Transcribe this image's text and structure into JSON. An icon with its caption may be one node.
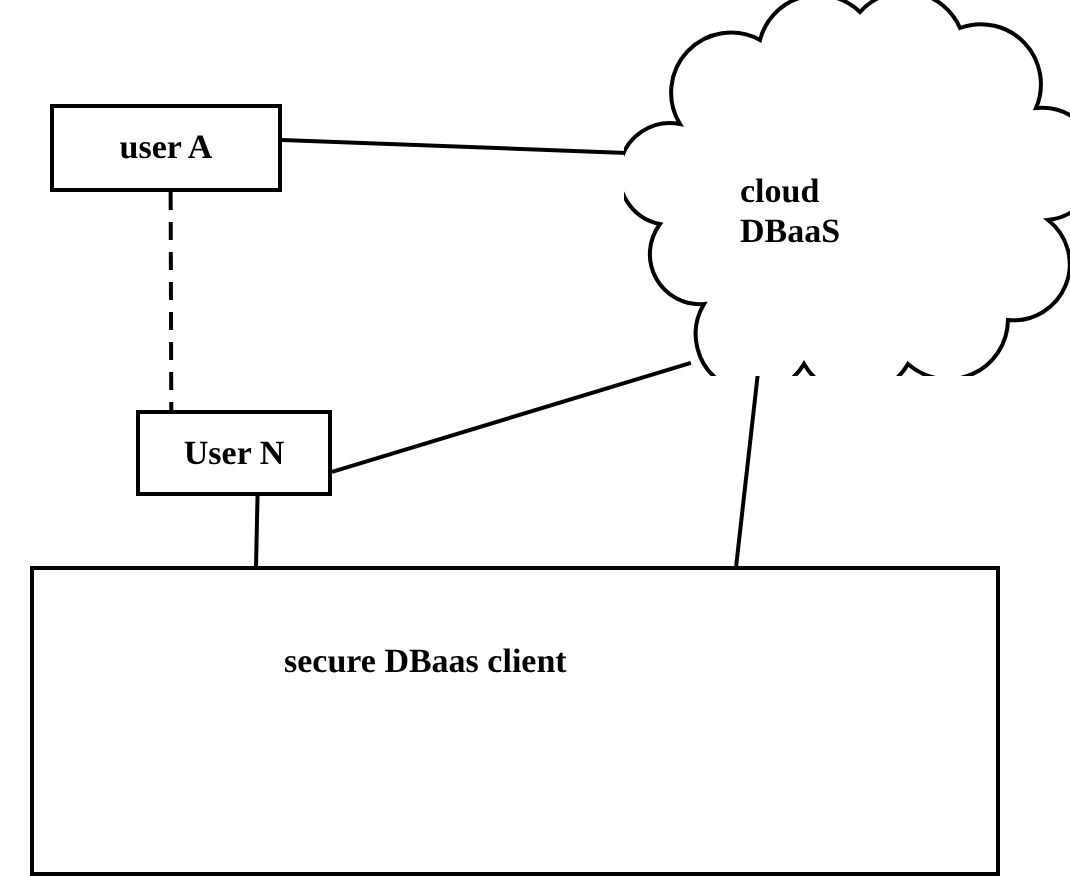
{
  "diagram": {
    "nodes": [
      {
        "text": [
          "user A"
        ]
      },
      {
        "text": [
          "cloud DBaaS"
        ]
      },
      {
        "text": [
          "User N"
        ]
      },
      {
        "text": [
          "secure DBaas client"
        ]
      }
    ],
    "edges": [
      {
        "from": 0,
        "to": 1,
        "arrow": "none"
      },
      {
        "from": 0,
        "to": 2,
        "arrow": "none",
        "style": "dashed"
      },
      {
        "from": 2,
        "to": 1,
        "arrow": "none"
      },
      {
        "from": 2,
        "to": 3,
        "arrow": "none"
      },
      {
        "from": 1,
        "to": 3,
        "arrow": "none"
      }
    ]
  }
}
